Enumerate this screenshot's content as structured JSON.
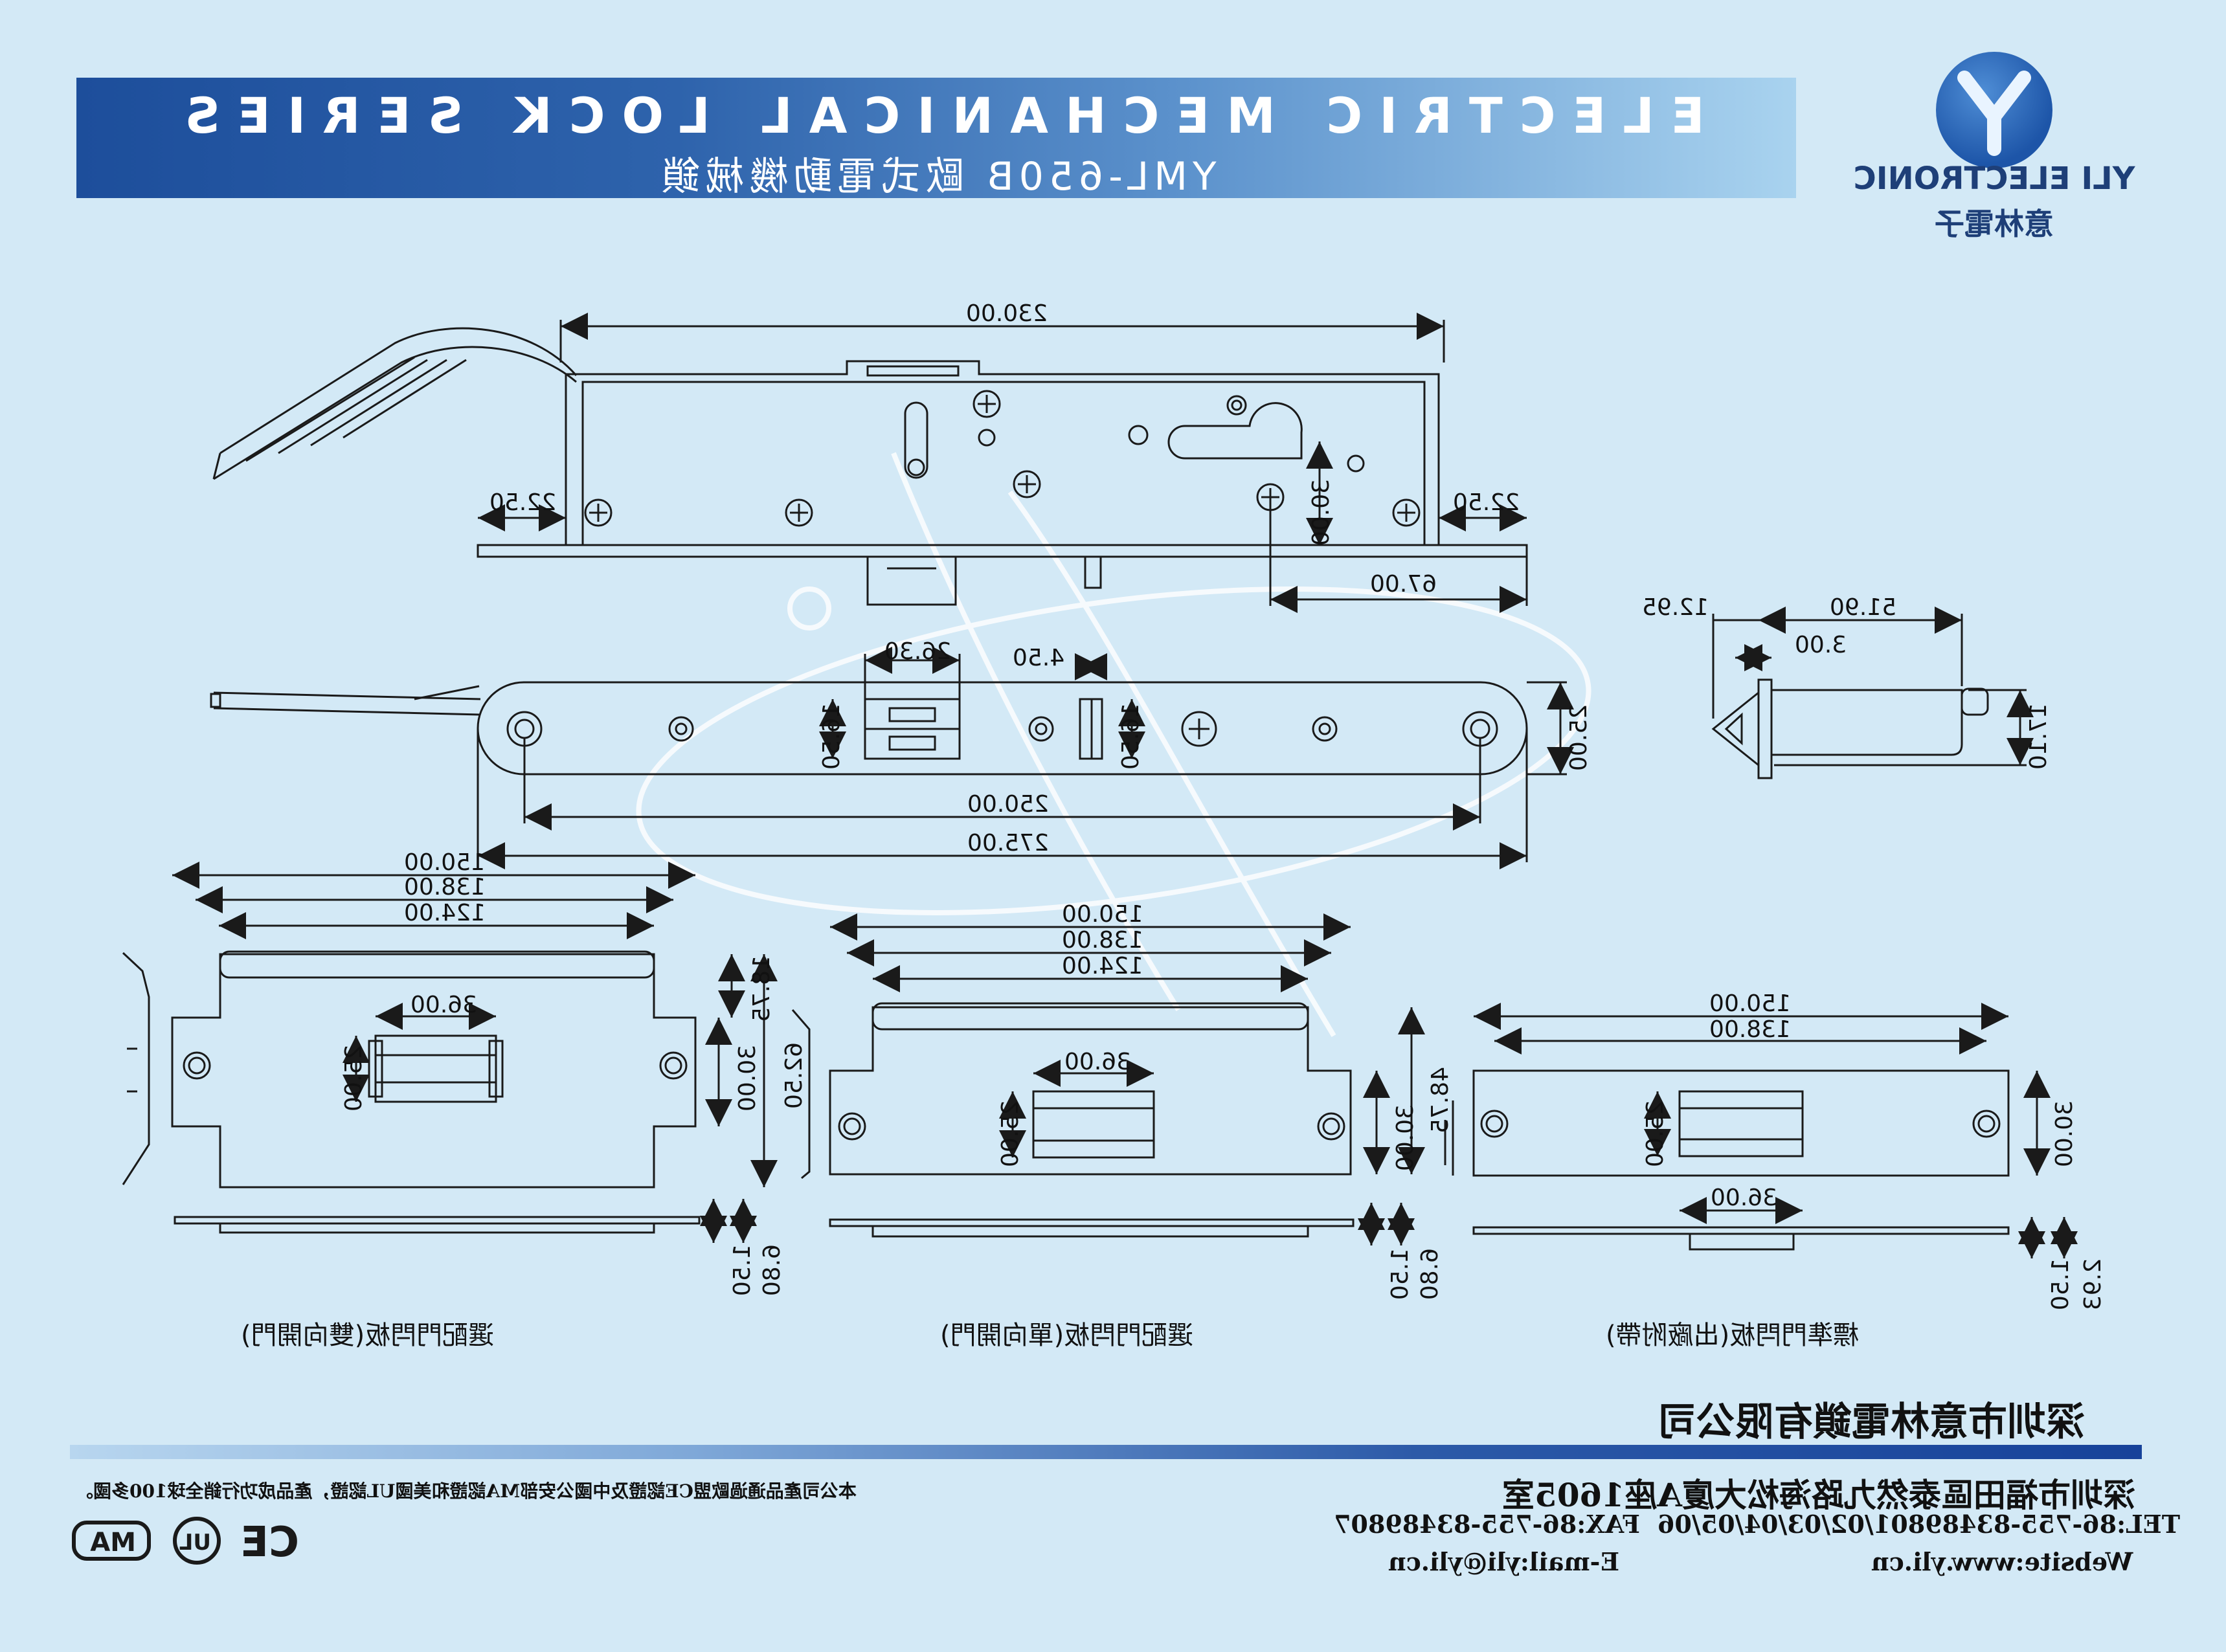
{
  "header": {
    "series_title": "ELECTRIC MECHANICAL LOCK SERIES",
    "model_title": "YML-650B 歐式電動機械鎖"
  },
  "logo": {
    "brand_en": "YLI ELECTRONIC",
    "brand_cn": "意林電子"
  },
  "dimensions": {
    "lock_overall_length": "230.00",
    "left_offset": "22.50",
    "right_offset": "22.50",
    "cylinder_height": "30.00",
    "cylinder_to_edge": "67.00",
    "box_width": "51.90",
    "box_flange": "12.95",
    "box_step": "3.00",
    "box_height": "17.10",
    "faceplate_length": "275.00",
    "faceplate_holes": "250.00",
    "faceplate_width": "25.00",
    "latch_width": "26.30",
    "latch_height": "16.50",
    "bolt_offset": "4.50",
    "bolt_height": "16.50",
    "strike_a_150": "150.00",
    "strike_a_138": "138.00",
    "strike_a_124": "124.00",
    "strike_a_36": "36.00",
    "strike_a_25": "25.00",
    "strike_a_30": "30.00",
    "strike_a_18": "18.75",
    "strike_a_62": "62.50",
    "strike_a_t1": "1.50",
    "strike_a_t2": "6.80",
    "strike_b_150": "150.00",
    "strike_b_138": "138.00",
    "strike_b_124": "124.00",
    "strike_b_36": "36.00",
    "strike_b_25": "25.00",
    "strike_b_30": "30.00",
    "strike_b_48": "48.75",
    "strike_b_t1": "1.50",
    "strike_b_t2": "6.80",
    "strike_c_150": "150.00",
    "strike_c_138": "138.00",
    "strike_c_36": "36.00",
    "strike_c_25": "25.00",
    "strike_c_30": "30.00",
    "strike_c_t1": "1.50",
    "strike_c_t2": "2.93"
  },
  "captions": {
    "strike_double": "選配門閂板(雙向開門)",
    "strike_single": "選配門閂板(單向開門)",
    "strike_standard": "標準門閂板(出廠附帶)"
  },
  "footer": {
    "company": "深圳市意林電鎖有限公司",
    "address": "深圳市福田區泰然九路海松大廈A座1605室",
    "tel": "TEL:86-755-83489801/02/03/04/05/06",
    "fax": "FAX:86-755-83489807",
    "website": "Website:www.yli.cn",
    "email": "E-mail:yli@yli.cn",
    "certification": "本公司產品通過歐盟CE認證及中國公安部MA認證和美國UL認證，產品成功行銷全球100多國。",
    "marks": [
      "CE",
      "UL",
      "MA"
    ]
  },
  "colors": {
    "background": "#d3e9f6",
    "banner_dark": "#1d4e9b",
    "banner_light": "#a9d3ef",
    "brand_blue": "#1e3f78"
  }
}
